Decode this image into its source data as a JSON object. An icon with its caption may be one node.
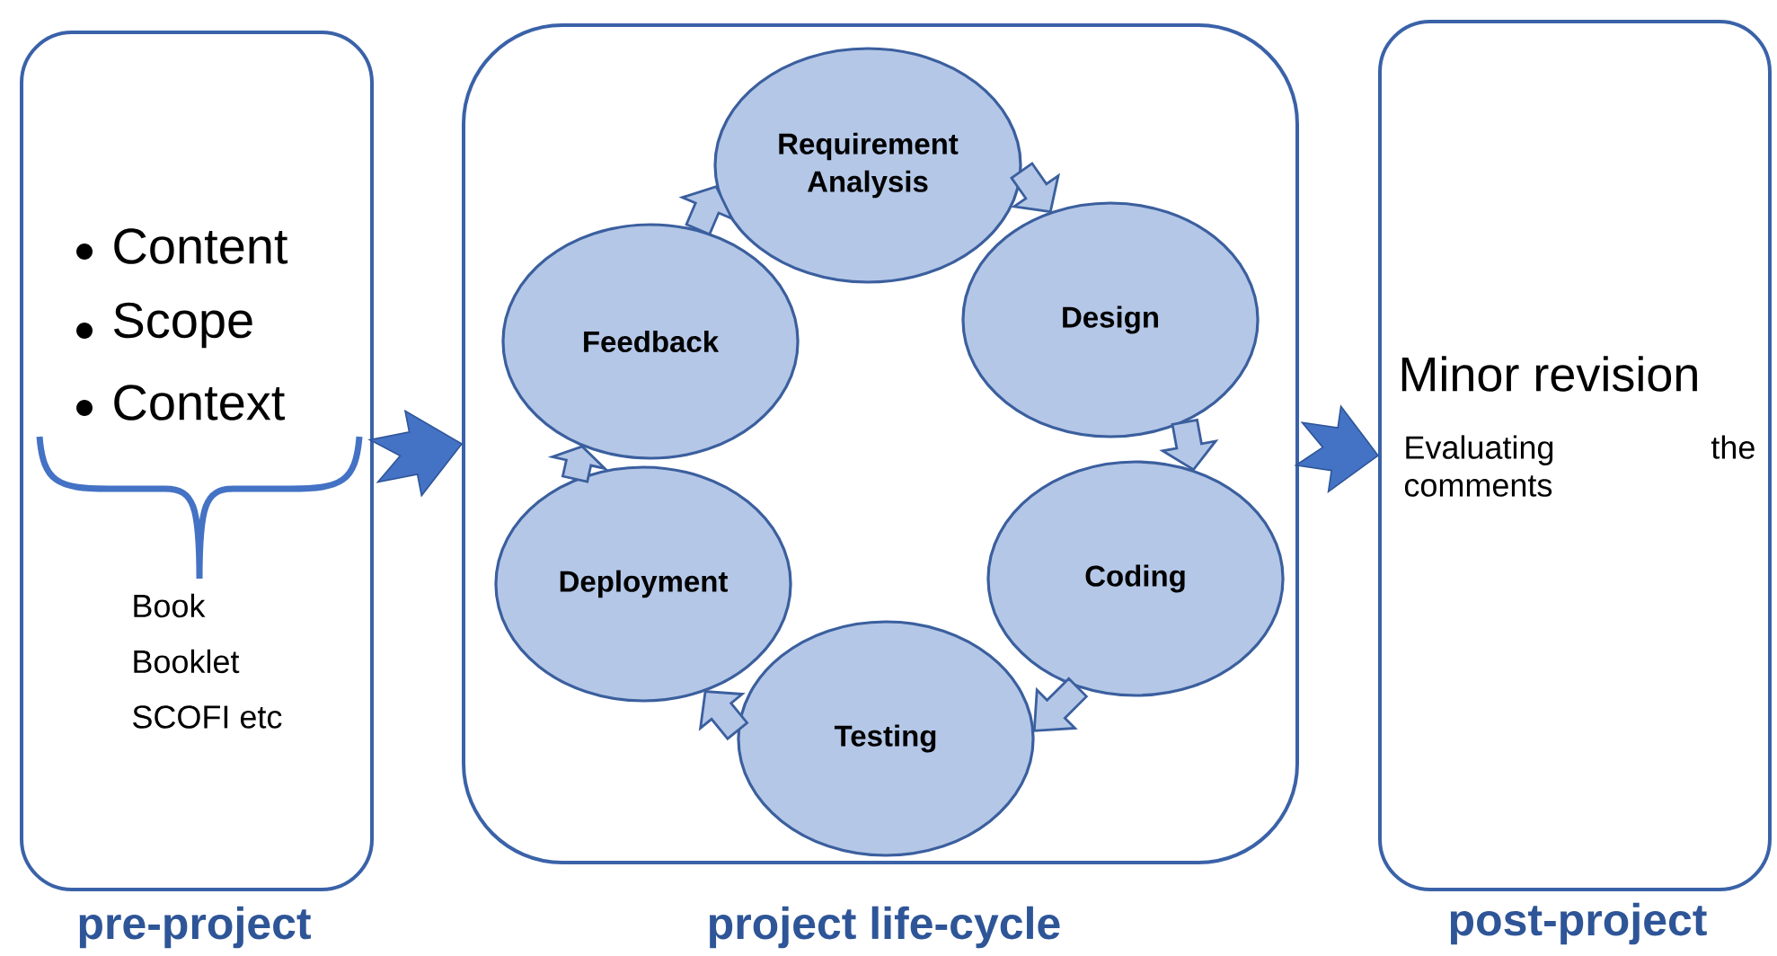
{
  "diagram": {
    "nodes": [
      {
        "text": [
          "Content",
          "Scope",
          "Context",
          "Book",
          "Booklet",
          "SCOFI etc",
          "pre-project"
        ]
      },
      {
        "text": [
          "project life-cycle"
        ]
      },
      {
        "text": [
          "Requirement Analysis"
        ],
        "in": 1
      },
      {
        "text": [
          "Design"
        ],
        "in": 1
      },
      {
        "text": [
          "Coding"
        ],
        "in": 1
      },
      {
        "text": [
          "Testing"
        ],
        "in": 1
      },
      {
        "text": [
          "Deployment"
        ],
        "in": 1
      },
      {
        "text": [
          "Feedback"
        ],
        "in": 1
      },
      {
        "text": [
          "Minor revision",
          "Evaluating the comments",
          "post-project"
        ]
      }
    ],
    "edges": [
      {
        "from": 0,
        "to": 1,
        "arrow": "to"
      },
      {
        "from": 1,
        "to": 8,
        "arrow": "to"
      },
      {
        "from": 2,
        "to": 3,
        "arrow": "to"
      },
      {
        "from": 3,
        "to": 4,
        "arrow": "to"
      },
      {
        "from": 4,
        "to": 5,
        "arrow": "to"
      },
      {
        "from": 5,
        "to": 6,
        "arrow": "to"
      },
      {
        "from": 6,
        "to": 7,
        "arrow": "to"
      },
      {
        "from": 7,
        "to": 2,
        "arrow": "to"
      }
    ]
  }
}
